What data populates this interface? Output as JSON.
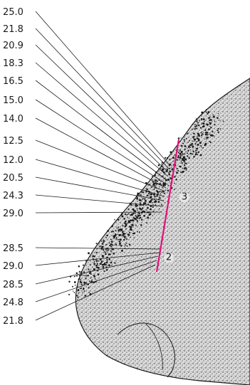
{
  "labels": [
    "25.0",
    "21.8",
    "20.9",
    "18.3",
    "16.5",
    "15.0",
    "14.0",
    "12.5",
    "12.0",
    "20.5",
    "24.3",
    "29.0",
    "28.5",
    "29.0",
    "28.5",
    "24.8",
    "21.8"
  ],
  "markers": [
    "3",
    "2"
  ],
  "colors": {
    "guide_line": "#e0117a",
    "ink": "#1a1a1a",
    "tissue_fill": "#e6e6e6"
  }
}
